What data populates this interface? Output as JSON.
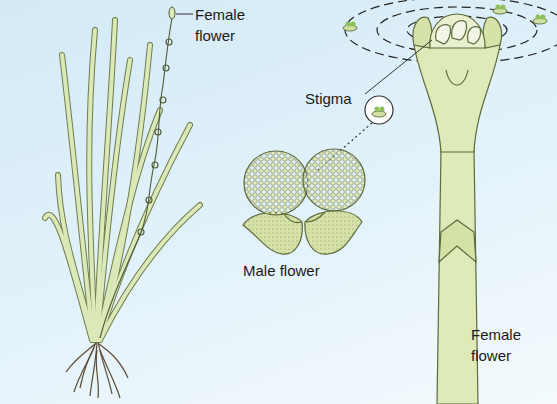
{
  "diagram": {
    "labels": [
      "Female flower",
      "Stigma",
      "Male flower",
      "Female flower"
    ]
  }
}
